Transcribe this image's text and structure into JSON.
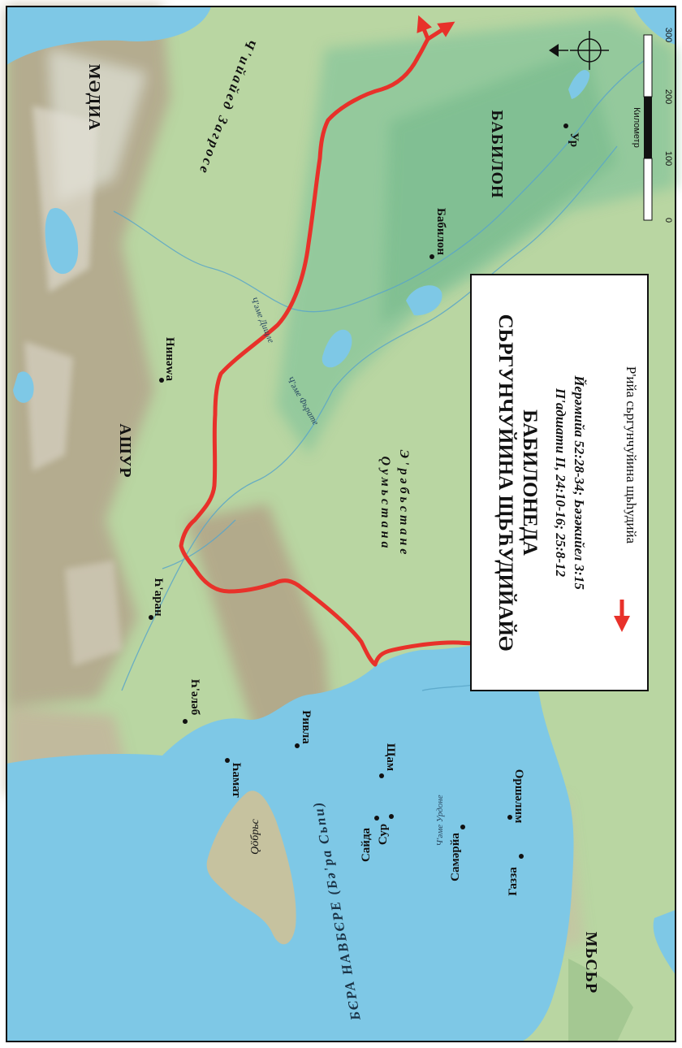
{
  "title": {
    "line1": "СЬРГУНЧУЙИНА ЩЬЋУДИЙАЙӘ",
    "line2": "БАБИЛОНЕДА",
    "ref1": "П'адшати II, 24:10-16; 25:8-12",
    "ref2": "Йерәмийа 52:28-34; Ьәзәкийел 3:15"
  },
  "legend": {
    "route_label": "Р'ийа сьргунчуйина щьһудийа",
    "route_color": "#e8312a"
  },
  "regions": {
    "madia": "МӘДИА",
    "ashur": "АШУР",
    "babilon": "БАБИЛОН",
    "misr": "МЬСЬР"
  },
  "mountains": {
    "zagros": "Ч'ийайед Загросе"
  },
  "desert": {
    "line1": "Ǫумьстана",
    "line2": "Э'рәбьстане"
  },
  "sea": {
    "label": "БЄРА НАВБЄРЕ (Бә'ра Сьпи)"
  },
  "island": {
    "label": "Ǫӧбрьс"
  },
  "rivers": {
    "tigris": "Ч'әме Дищле",
    "euphrates": "Ч'әме Фьрате",
    "jordan": "Ч'әме Урдоне"
  },
  "cities": {
    "ninewa": "Нинәwа",
    "haran": "Һ'аран",
    "haleb": "Һ'әләб",
    "hamat": "Һамат",
    "rivla": "Ривла",
    "sham": "Щам",
    "sayda": "Сайда",
    "sur": "Сур",
    "samaria": "Самәрйа",
    "jerusalem": "Оршәлим",
    "gaza": "Газза",
    "babilon": "Бабилон",
    "ur": "Ур"
  },
  "scale": {
    "unit": "Километр",
    "ticks": [
      "0",
      "100",
      "200",
      "300"
    ]
  },
  "colors": {
    "sea": "#7ec8e6",
    "land": "#b8d8a0",
    "mountain": "#b7aa8f",
    "plain": "#8fc79a",
    "route": "#e8312a"
  }
}
